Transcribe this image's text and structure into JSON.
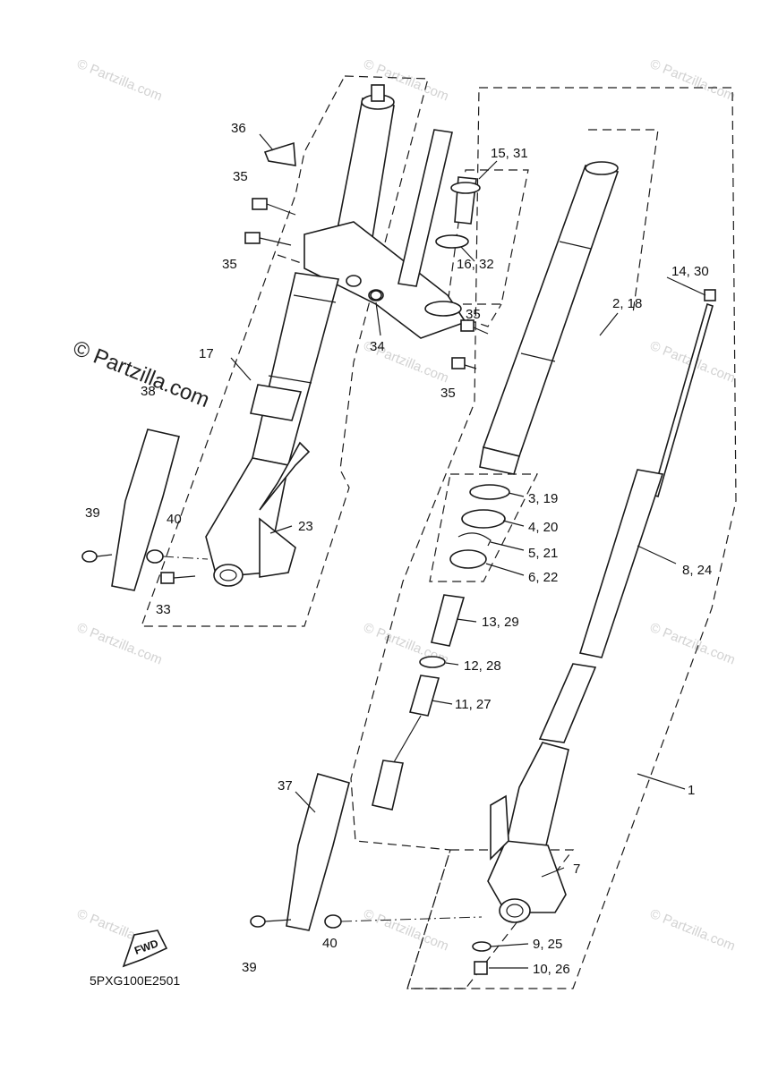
{
  "watermark_text": "© Partzilla.com",
  "brand_watermark": "© Partzilla.com",
  "diagram_code": "5PXG100E2501",
  "fwd_label": "FWD",
  "callouts": {
    "c36": "36",
    "c35a": "35",
    "c35b": "35",
    "c35c": "35",
    "c35d": "35",
    "c34": "34",
    "c17": "17",
    "c38": "38",
    "c39a": "39",
    "c40a": "40",
    "c23": "23",
    "c33": "33",
    "c15_31": "15, 31",
    "c16_32": "16, 32",
    "c2_18": "2, 18",
    "c14_30": "14, 30",
    "c3_19": "3, 19",
    "c4_20": "4, 20",
    "c5_21": "5, 21",
    "c6_22": "6, 22",
    "c8_24": "8, 24",
    "c13_29": "13, 29",
    "c12_28": "12, 28",
    "c11_27": "11, 27",
    "c1": "1",
    "c7": "7",
    "c37": "37",
    "c39b": "39",
    "c40b": "40",
    "c9_25": "9, 25",
    "c10_26": "10, 26"
  }
}
